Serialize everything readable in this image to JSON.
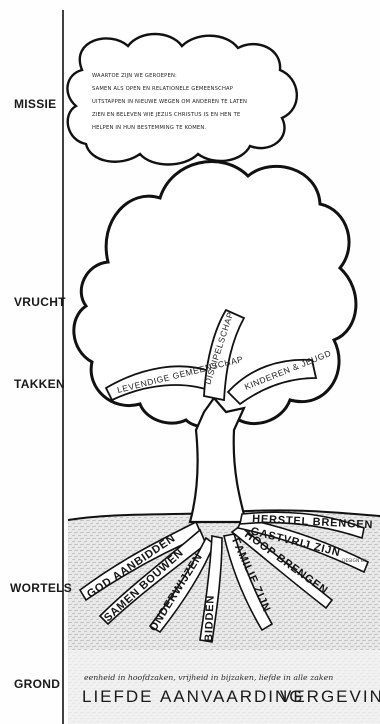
{
  "labels": {
    "missie": "MISSIE",
    "vrucht": "VRUCHT",
    "takken": "TAKKEN",
    "wortels": "WORTELS",
    "grond": "GROND"
  },
  "mission": {
    "line1": "WAARTOE ZIJN WE GEROEPEN:",
    "line2": "SAMEN ALS OPEN EN RELATIONELE GEMEENSCHAP",
    "line3": "UITSTAPPEN IN NIEUWE WEGEN OM ANDEREN TE LATEN",
    "line4": "ZIEN EN BELEVEN WIE JEZUS CHRISTUS IS EN HEN TE",
    "line5": "HELPEN IN HUN BESTEMMING TE KOMEN."
  },
  "branches": {
    "left": "LEVENDIGE GEMEENSCHAP",
    "middle": "DISCIPELSCHAP",
    "right": "KINDEREN & JEUGD"
  },
  "roots": {
    "aanbidden": "GOD AANBIDDEN",
    "samen": "SAMEN BOUWEN",
    "onderwijzen": "ONDERWIJZEN",
    "bidden": "BIDDEN",
    "familie": "FAMILIE ZIJN",
    "hoop": "HOOP BRENGEN",
    "gastvrij": "GASTVRIJ ZIJN",
    "herstel": "HERSTEL BRENGEN"
  },
  "signature": "DESIGN BY",
  "ground": {
    "motto": "eenheid in hoofdzaken, vrijheid in bijzaken, liefde in alle zaken",
    "values": [
      "LIEFDE",
      "AANVAARDING",
      "VERGEVING"
    ]
  },
  "colors": {
    "ink": "#1a1a1a",
    "paper": "#fefefe",
    "soil": "#cfcfcf"
  }
}
